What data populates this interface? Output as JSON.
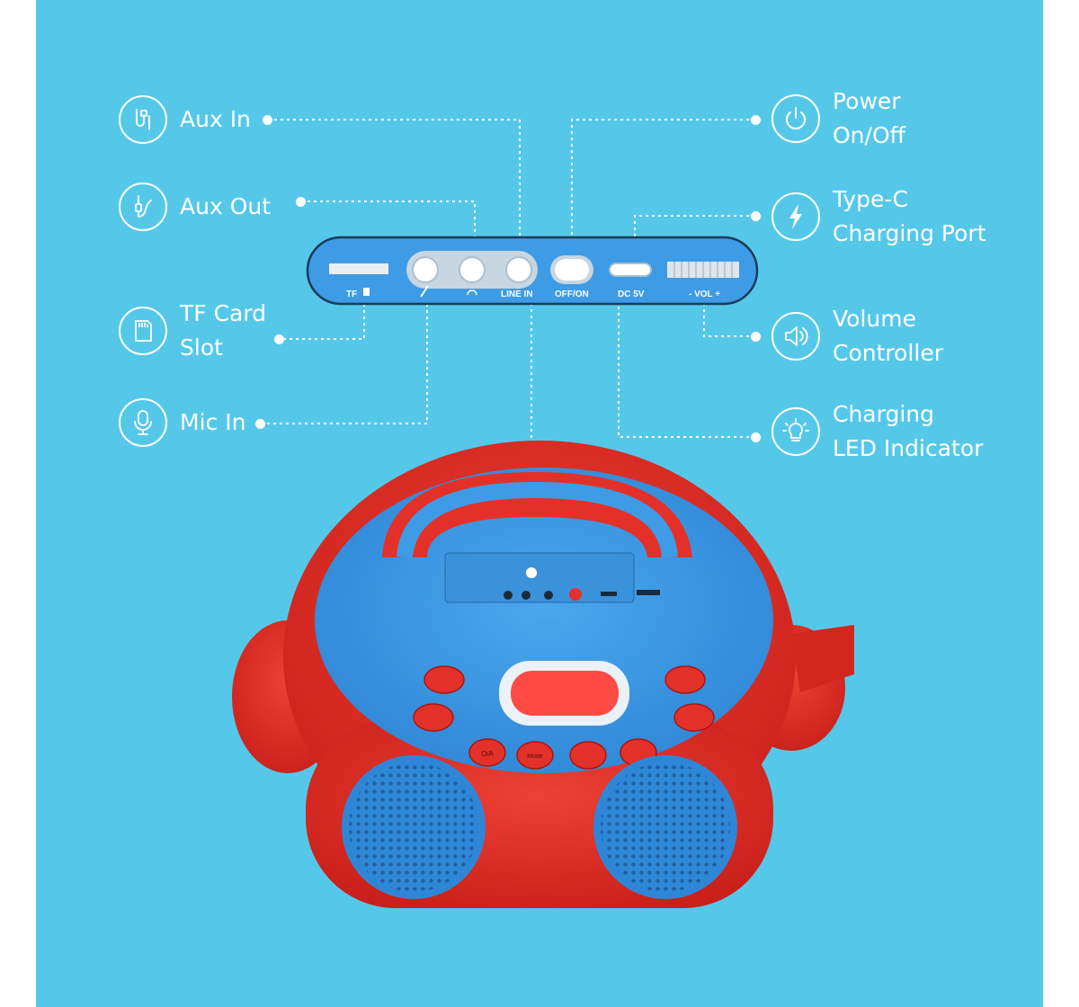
{
  "features": {
    "aux_in": "Aux In",
    "aux_out": "Aux Out",
    "tf_card": "TF Card\nSlot",
    "mic_in": "Mic In",
    "power": "Power\nOn/Off",
    "type_c": "Type-C\nCharging Port",
    "volume": "Volume\nController",
    "charging_led": "Charging\nLED Indicator"
  },
  "panel": {
    "tf": "TF",
    "line_in": "LINE IN",
    "off_on": "OFF/ON",
    "dc": "DC 5V",
    "vol": "- VOL +"
  },
  "buttons": {
    "mode": "Mode",
    "ok": "O/A"
  },
  "colors": {
    "background": "#55c8ea",
    "body_red": "#e3312a",
    "face_blue": "#3e9be5",
    "panel_blue": "#3e9be5"
  },
  "icons": [
    "aux-in-icon",
    "aux-out-icon",
    "tf-card-icon",
    "mic-icon",
    "power-icon",
    "lightning-icon",
    "speaker-volume-icon",
    "bulb-icon"
  ]
}
